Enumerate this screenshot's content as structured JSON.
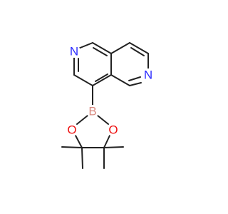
{
  "molecule": {
    "atoms": {
      "n_top": {
        "label": "N",
        "color": "#2b2bff"
      },
      "n_right": {
        "label": "N",
        "color": "#2b2bff"
      },
      "boron": {
        "label": "B",
        "color": "#d98a80"
      },
      "o_left": {
        "label": "O",
        "color": "#ee1111"
      },
      "o_right": {
        "label": "O",
        "color": "#ee1111"
      }
    }
  }
}
